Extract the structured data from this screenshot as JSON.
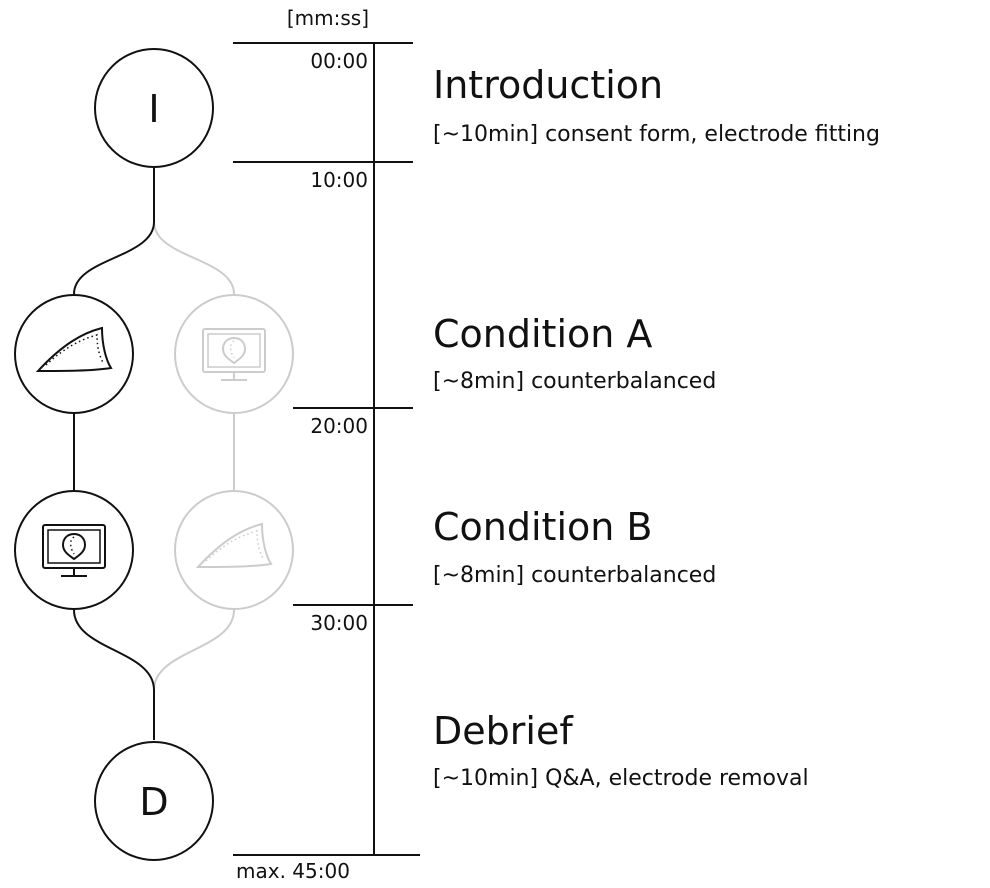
{
  "timeline": {
    "unit_label": "[mm:ss]",
    "ticks": [
      "00:00",
      "10:00",
      "20:00",
      "30:00"
    ],
    "max_label": "max. 45:00"
  },
  "nodes": {
    "intro_letter": "I",
    "debrief_letter": "D"
  },
  "phases": [
    {
      "title": "Introduction",
      "description": "[~10min] consent form, electrode fitting"
    },
    {
      "title": "Condition A",
      "description": "[~8min] counterbalanced"
    },
    {
      "title": "Condition B",
      "description": "[~8min] counterbalanced"
    },
    {
      "title": "Debrief",
      "description": "[~10min] Q&A, electrode removal"
    }
  ],
  "icons": {
    "active_path": [
      "curved-surface-icon",
      "monitor-icon"
    ],
    "alternate_path": [
      "monitor-icon",
      "curved-surface-icon"
    ]
  },
  "colors": {
    "active": "#111111",
    "inactive": "#cccccc"
  }
}
